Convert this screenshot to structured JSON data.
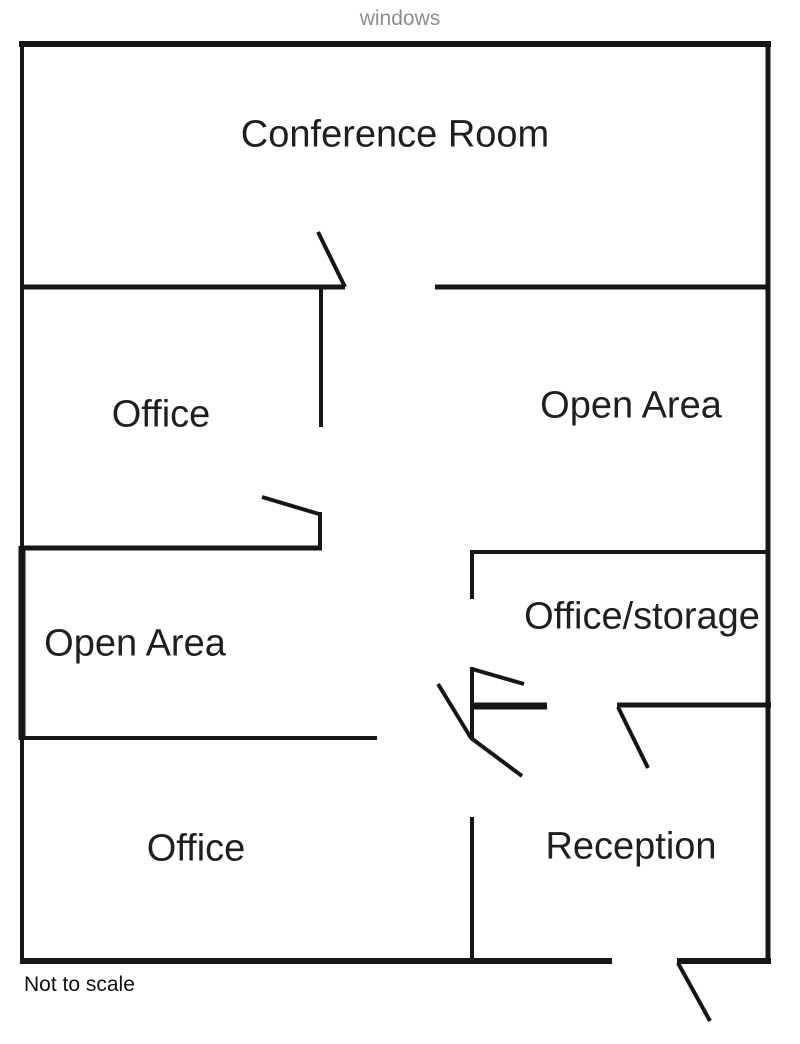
{
  "plan": {
    "header_label": "windows",
    "footnote": "Not to scale",
    "rooms": {
      "conference": "Conference Room",
      "office_mid": "Office",
      "open_area_top": "Open Area",
      "office_storage": "Office/storage",
      "open_area_lower": "Open Area",
      "office_bottom": "Office",
      "reception": "Reception"
    },
    "colors": {
      "wall": "#161616",
      "label_text": "#1f1f1f",
      "header_text": "#8c8c8c",
      "background": "#ffffff"
    }
  }
}
